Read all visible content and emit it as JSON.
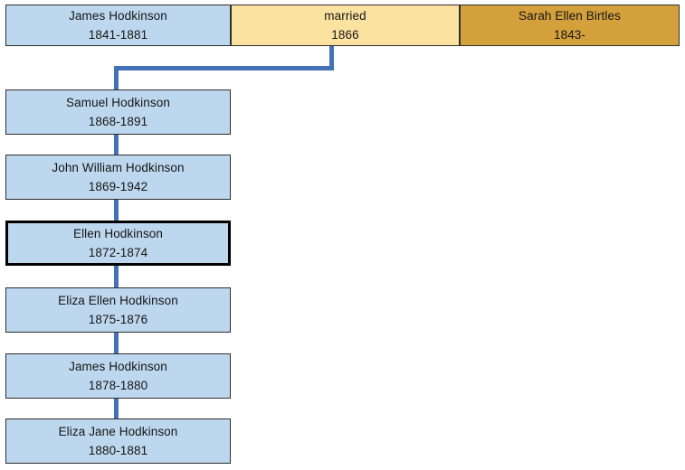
{
  "colors": {
    "person_blue": "#bdd7ee",
    "marriage_yellow": "#fce2a0",
    "spouse_gold": "#d4a03c",
    "connector_blue": "#4472b8",
    "border": "#2f2f2f",
    "focus_border": "#000000",
    "background": "#ffffff",
    "text": "#161616"
  },
  "parents": {
    "father": {
      "name": "James Hodkinson",
      "dates": "1841-1881"
    },
    "marriage": {
      "label": "married",
      "year": "1866"
    },
    "mother": {
      "name": "Sarah Ellen Birtles",
      "dates": "1843-"
    }
  },
  "children": [
    {
      "name": "Samuel Hodkinson",
      "dates": "1868-1891",
      "focused": false
    },
    {
      "name": "John William Hodkinson",
      "dates": "1869-1942",
      "focused": false
    },
    {
      "name": "Ellen Hodkinson",
      "dates": "1872-1874",
      "focused": true
    },
    {
      "name": "Eliza Ellen Hodkinson",
      "dates": "1875-1876",
      "focused": false
    },
    {
      "name": "James Hodkinson",
      "dates": "1878-1880",
      "focused": false
    },
    {
      "name": "Eliza Jane Hodkinson",
      "dates": "1880-1881",
      "focused": false
    }
  ]
}
